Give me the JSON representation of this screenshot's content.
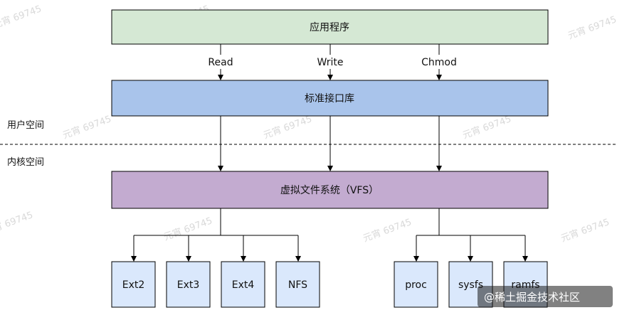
{
  "layers": {
    "application": {
      "label": "应用程序",
      "fill": "#d5e8d4"
    },
    "std_library": {
      "label": "标准接口库",
      "fill": "#a9c4eb"
    },
    "vfs": {
      "label": "虚拟文件系统（VFS）",
      "fill": "#c3abd0"
    }
  },
  "calls": [
    "Read",
    "Write",
    "Chmod"
  ],
  "spaces": {
    "user": "用户空间",
    "kernel": "内核空间"
  },
  "filesystems": {
    "fill": "#dae8fc",
    "group_a": [
      "Ext2",
      "Ext3",
      "Ext4",
      "NFS"
    ],
    "group_b": [
      "proc",
      "sysfs",
      "ramfs"
    ]
  },
  "watermark": {
    "text": "元宵 69745"
  },
  "badge": {
    "text": "@稀土掘金技术社区"
  }
}
